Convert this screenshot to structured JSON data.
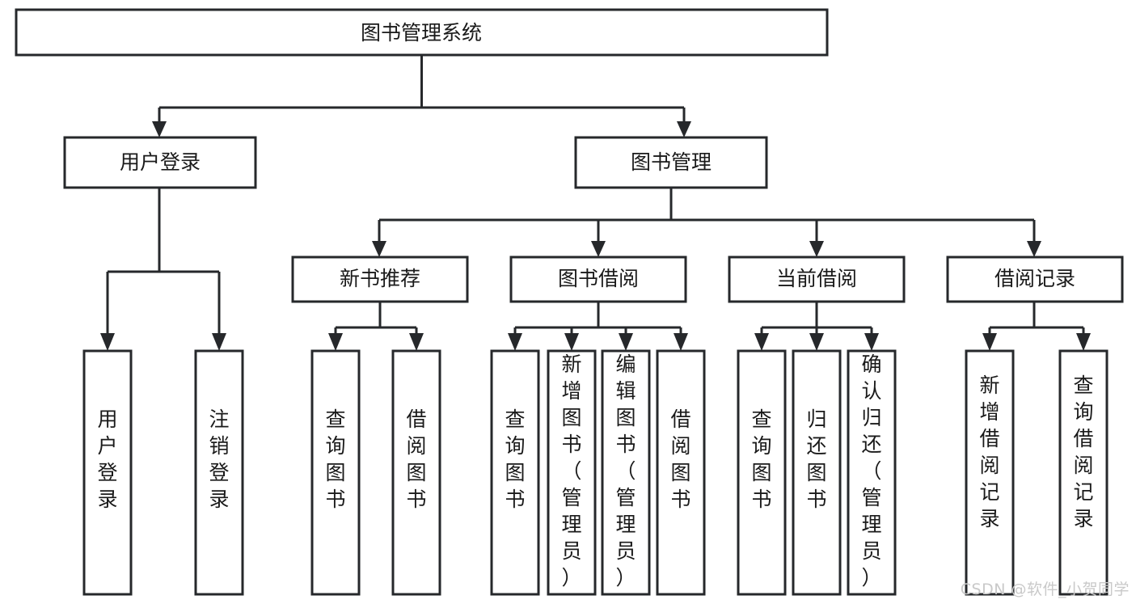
{
  "diagram": {
    "title": "图书管理系统",
    "type": "tree-hierarchy",
    "watermark": "CSDN @软件_小贺同学",
    "colors": {
      "stroke": "#26282b",
      "fill": "#ffffff",
      "text": "#1a1a1a",
      "watermark": "#c9c9c9"
    },
    "root": {
      "label": "图书管理系统"
    },
    "level2": [
      {
        "label": "用户登录"
      },
      {
        "label": "图书管理"
      }
    ],
    "level3": [
      {
        "label": "新书推荐"
      },
      {
        "label": "图书借阅"
      },
      {
        "label": "当前借阅"
      },
      {
        "label": "借阅记录"
      }
    ],
    "leaves": {
      "user_login": [
        {
          "label": "用户登录"
        },
        {
          "label": "注销登录"
        }
      ],
      "new_book_recommend": [
        {
          "label": "查询图书"
        },
        {
          "label": "借阅图书"
        }
      ],
      "book_borrow": [
        {
          "label": "查询图书"
        },
        {
          "label": "新增图书（管理员）"
        },
        {
          "label": "编辑图书（管理员）"
        },
        {
          "label": "借阅图书"
        }
      ],
      "current_borrow": [
        {
          "label": "查询图书"
        },
        {
          "label": "归还图书"
        },
        {
          "label": "确认归还（管理员）"
        }
      ],
      "borrow_record": [
        {
          "label": "新增借阅记录"
        },
        {
          "label": "查询借阅记录"
        }
      ]
    }
  }
}
